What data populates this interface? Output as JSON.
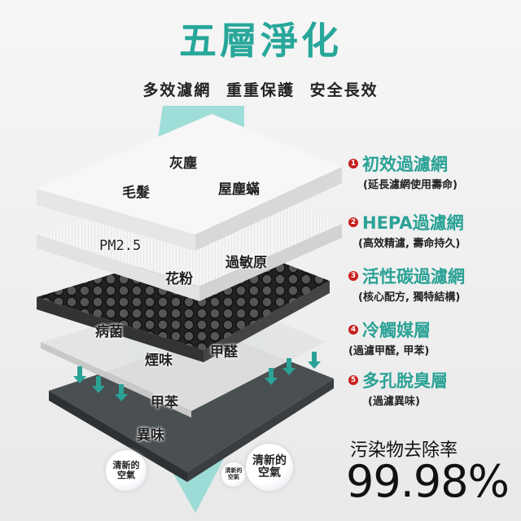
{
  "title": "五層淨化",
  "subtitle": "多效濾網 重重保護 安全長效",
  "particles": [
    "灰塵",
    "毛髮",
    "屋塵蟎",
    "PM2.5",
    "過敏原",
    "花粉",
    "病菌",
    "煙味",
    "甲醛",
    "甲苯",
    "異味"
  ],
  "fresh_air": "清新的空氣",
  "fresh_air_lines": [
    "清新的",
    "空氣"
  ],
  "layers": [
    {
      "num": "1",
      "name": "初效過濾網",
      "desc": "(延長濾網使用壽命)"
    },
    {
      "num": "2",
      "name": "HEPA過濾網",
      "desc": "(高效精濾, 壽命持久)"
    },
    {
      "num": "3",
      "name": "活性碳過濾網",
      "desc": "(核心配方, 獨特結構)"
    },
    {
      "num": "4",
      "name": "冷觸媒層",
      "desc": "(過濾甲醛, 甲苯)"
    },
    {
      "num": "5",
      "name": "多孔脫臭層",
      "desc": "(過濾異味)"
    }
  ],
  "removal_rate_label": "污染物去除率",
  "removal_rate": "99.98%",
  "colors": {
    "accent": "#27a79a",
    "number": "#c81f1f"
  }
}
